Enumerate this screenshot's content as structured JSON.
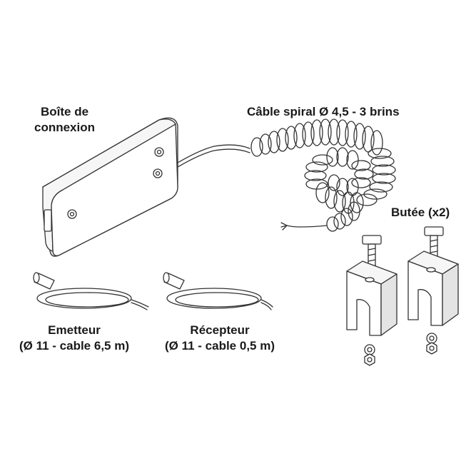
{
  "labels": {
    "connection_box": [
      "Boîte de",
      "connexion"
    ],
    "spiral_cable": "Câble spiral Ø 4,5 - 3 brins",
    "stops": "Butée (x2)",
    "emitter": [
      "Emetteur",
      "(Ø 11 - cable 6,5 m)"
    ],
    "receiver": [
      "Récepteur",
      "(Ø 11 - cable 0,5 m)"
    ]
  },
  "colors": {
    "stroke": "#333333",
    "text": "#1a1a1a",
    "background": "#ffffff"
  }
}
